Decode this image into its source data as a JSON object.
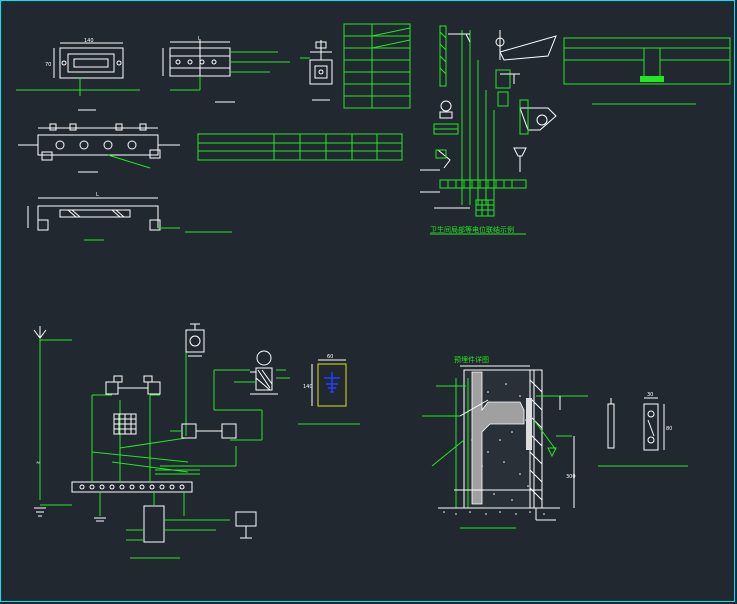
{
  "drawing": {
    "title_sanitary": "卫生间局部等电位联结示例",
    "title_wall_section": "预埋件详图",
    "dims": {
      "w140": "140",
      "h70": "70",
      "L": "L",
      "w60": "60",
      "h140": "140",
      "w30": "30",
      "h80": "80",
      "d300": "300"
    }
  },
  "colors": {
    "background": "#212830",
    "frame": "#00e5ff",
    "lines": "#22e822",
    "annotation": "#ffffff",
    "accent_symbol": "#2040ff",
    "accent_border": "#e0e020"
  }
}
